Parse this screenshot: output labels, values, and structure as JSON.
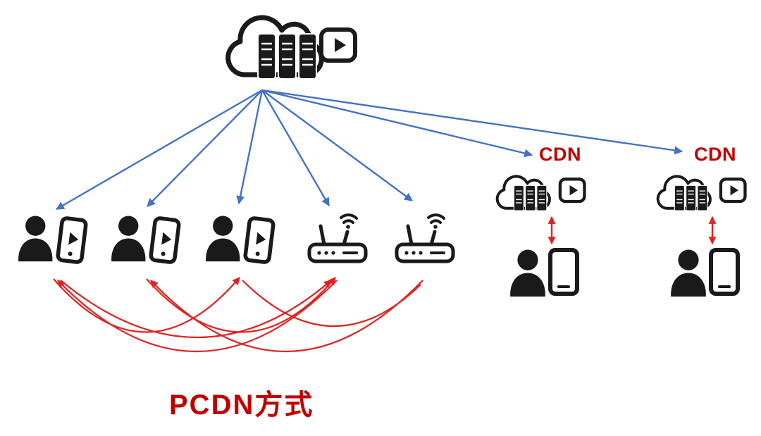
{
  "diagram": {
    "caption": "PCDN方式",
    "origin": {
      "description": "origin video server in cloud",
      "icons": [
        "cloud-server-icon",
        "video-player-icon"
      ]
    },
    "peers": [
      {
        "type": "user-with-phone",
        "icons": [
          "person-icon",
          "phone-video-icon"
        ]
      },
      {
        "type": "user-with-phone",
        "icons": [
          "person-icon",
          "phone-video-icon"
        ]
      },
      {
        "type": "user-with-phone",
        "icons": [
          "person-icon",
          "phone-video-icon"
        ]
      },
      {
        "type": "router",
        "icons": [
          "router-icon"
        ]
      },
      {
        "type": "router",
        "icons": [
          "router-icon"
        ]
      }
    ],
    "cdn_nodes": [
      {
        "label": "CDN",
        "icons": [
          "cloud-server-icon",
          "video-player-icon",
          "person-icon",
          "smartphone-icon"
        ]
      },
      {
        "label": "CDN",
        "icons": [
          "cloud-server-icon",
          "video-player-icon",
          "person-icon",
          "smartphone-icon"
        ]
      }
    ],
    "colors": {
      "distribution_arrow_blue": "#4472c4",
      "p2p_arrow_red": "#e02222",
      "label_red": "#c00000",
      "icon_black": "#1a1a1a",
      "background": "#ffffff"
    }
  }
}
